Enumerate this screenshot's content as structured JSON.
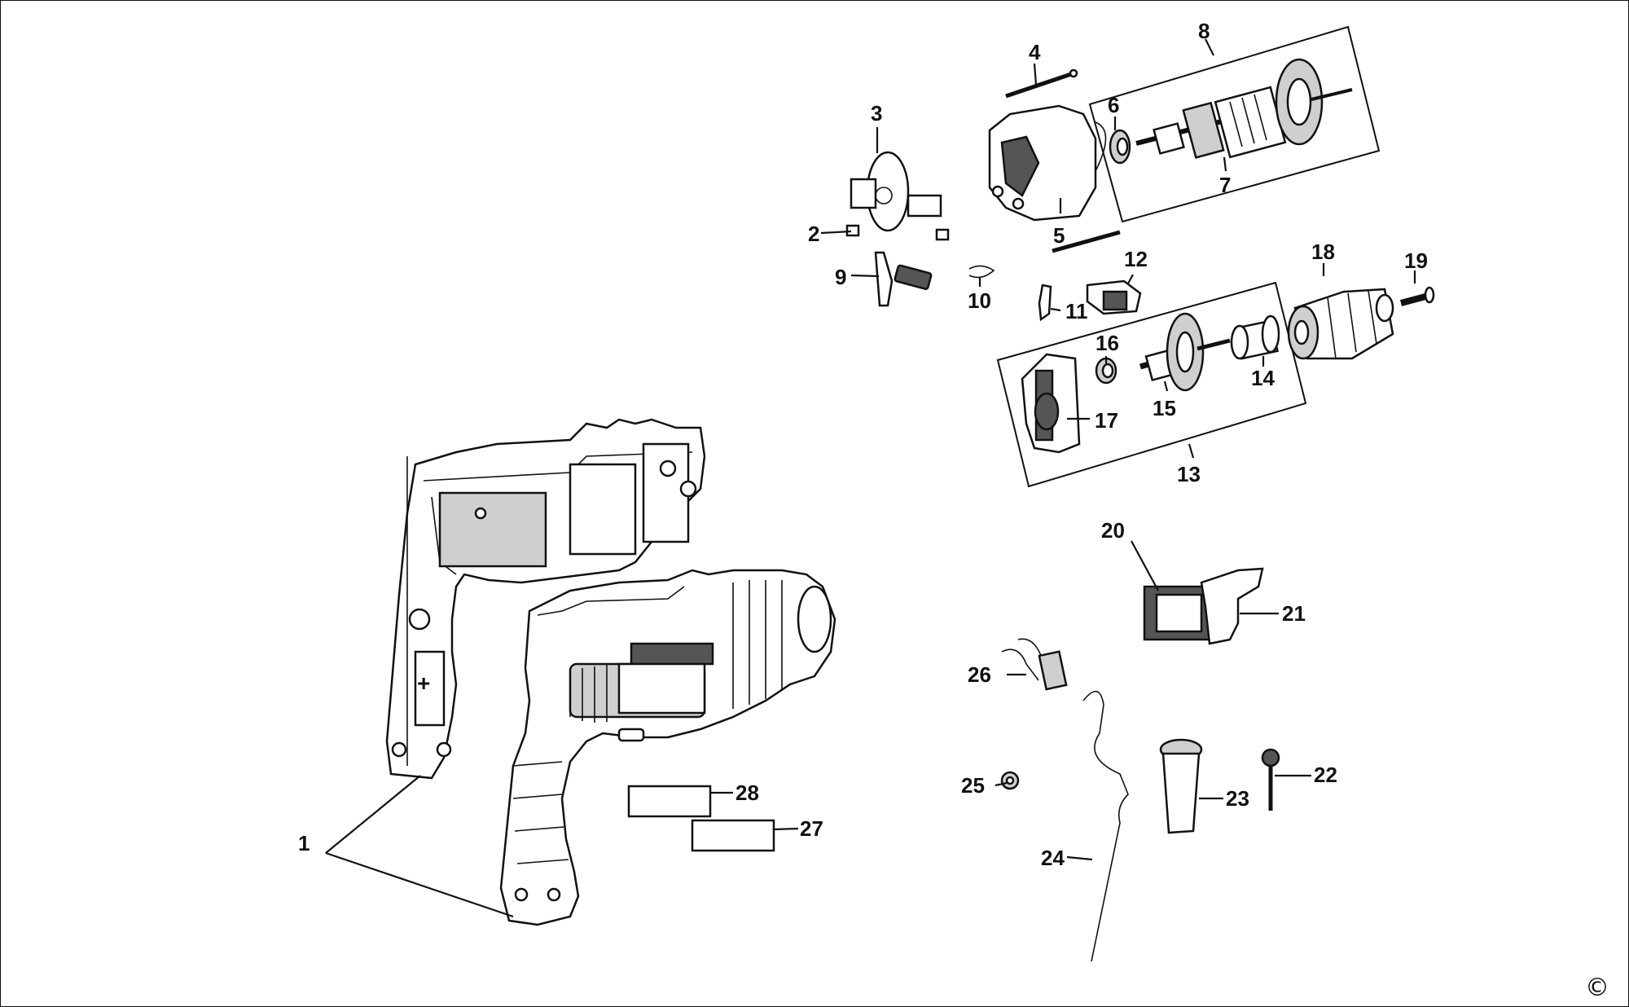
{
  "diagram": {
    "part_numbers": [
      "1",
      "2",
      "3",
      "4",
      "5",
      "6",
      "7",
      "8",
      "9",
      "10",
      "11",
      "12",
      "13",
      "14",
      "15",
      "16",
      "17",
      "18",
      "19",
      "20",
      "21",
      "22",
      "23",
      "24",
      "25",
      "26",
      "27",
      "28"
    ],
    "copyright_symbol": "©"
  }
}
